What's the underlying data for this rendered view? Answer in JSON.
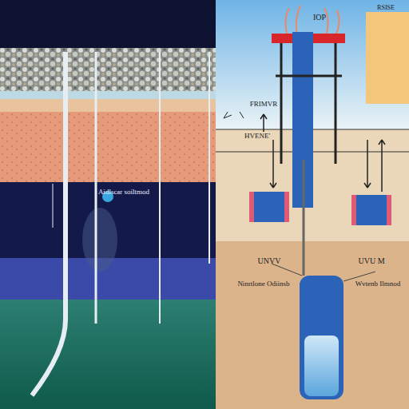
{
  "diagram": {
    "nodes": [
      {
        "text": [
          "UNVV"
        ]
      },
      {
        "text": [
          "UVU M"
        ]
      }
    ],
    "labels": [
      "IOP",
      "RSISE",
      "FRIMVR",
      "HVENE'",
      "Aidlscar soiltmod",
      "Ninrtlone Odiinsb",
      "Wvtenb Ilmnod"
    ]
  }
}
